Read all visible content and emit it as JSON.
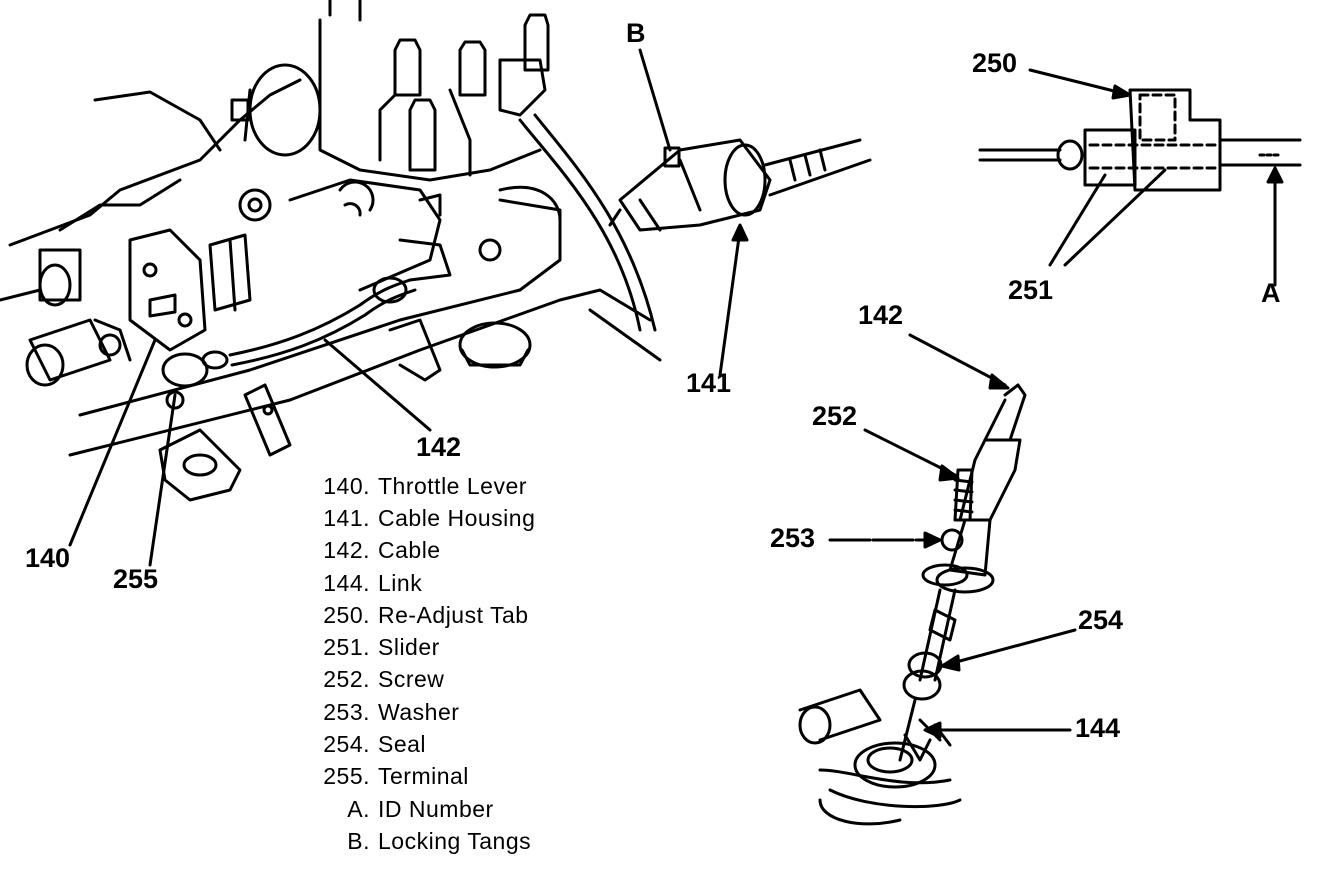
{
  "callouts": {
    "b": "B",
    "c250": "250",
    "c251": "251",
    "a": "A",
    "c142_top": "142",
    "c141": "141",
    "c142_main": "142",
    "c252": "252",
    "c253": "253",
    "c254": "254",
    "c144": "144",
    "c140": "140",
    "c255": "255"
  },
  "legend": [
    {
      "num": "140.",
      "text": "Throttle Lever"
    },
    {
      "num": "141.",
      "text": "Cable Housing"
    },
    {
      "num": "142.",
      "text": "Cable"
    },
    {
      "num": "144.",
      "text": "Link"
    },
    {
      "num": "250.",
      "text": "Re-Adjust Tab"
    },
    {
      "num": "251.",
      "text": "Slider"
    },
    {
      "num": "252.",
      "text": "Screw"
    },
    {
      "num": "253.",
      "text": "Washer"
    },
    {
      "num": "254.",
      "text": "Seal"
    },
    {
      "num": "255.",
      "text": "Terminal"
    },
    {
      "num": "A.",
      "text": "ID Number"
    },
    {
      "num": "B.",
      "text": "Locking Tangs"
    }
  ]
}
